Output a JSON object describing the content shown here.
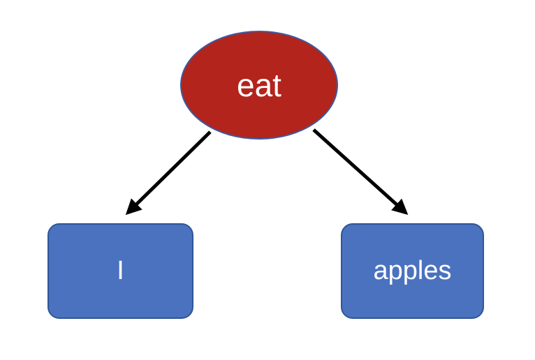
{
  "diagram": {
    "title": "dependency-tree",
    "root": {
      "label": "eat",
      "shape": "ellipse"
    },
    "children": [
      {
        "label": "I",
        "shape": "rounded-rectangle"
      },
      {
        "label": "apples",
        "shape": "rounded-rectangle"
      }
    ],
    "edges": [
      {
        "from": "eat",
        "to": "I",
        "style": "arrow"
      },
      {
        "from": "eat",
        "to": "apples",
        "style": "arrow"
      }
    ],
    "colors": {
      "background": "#ffffff",
      "root_fill": "#b2241c",
      "root_border": "#3c5ba4",
      "child_fill": "#4a72be",
      "child_border": "#2f5597",
      "arrow": "#000000",
      "text": "#ffffff"
    }
  }
}
